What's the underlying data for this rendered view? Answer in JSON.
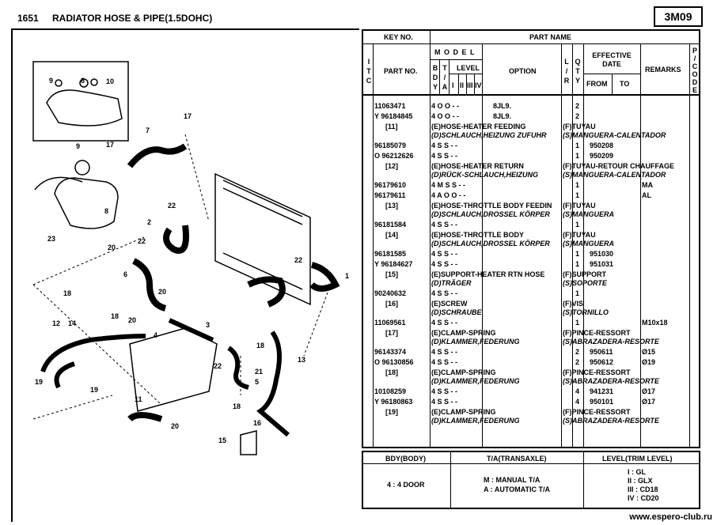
{
  "header": {
    "page_number": "1651",
    "title": "RADIATOR HOSE & PIPE(1.5DOHC)",
    "code": "3M09"
  },
  "diagram": {
    "callouts": [
      "9",
      "8",
      "10",
      "7",
      "17",
      "9",
      "17",
      "8",
      "23",
      "22",
      "2",
      "22",
      "20",
      "6",
      "18",
      "14",
      "12",
      "18",
      "20",
      "20",
      "4",
      "3",
      "22",
      "1",
      "18",
      "13",
      "22",
      "21",
      "5",
      "18",
      "19",
      "19",
      "11",
      "20",
      "15",
      "16"
    ]
  },
  "table": {
    "header": {
      "key_no": "KEY NO.",
      "part_name": "PART NAME",
      "itc": [
        "I",
        "T",
        "C"
      ],
      "part_no": "PART NO.",
      "model": "M O D E L",
      "bdy": [
        "B",
        "D",
        "Y"
      ],
      "ta": [
        "T",
        "/",
        "A"
      ],
      "level": "LEVEL",
      "level_cols": [
        "I",
        "II",
        "III",
        "IV"
      ],
      "option": "OPTION",
      "lr": [
        "L",
        "/",
        "R"
      ],
      "qty": [
        "Q",
        "T",
        "Y"
      ],
      "effective_date": "EFFECTIVE DATE",
      "from": "FROM",
      "to": "TO",
      "remarks": "REMARKS",
      "pcode": [
        "P",
        "/",
        "C",
        "O",
        "D",
        "E"
      ]
    },
    "rows": [
      {
        "part": "11063471",
        "model": "4    O O - -",
        "option": "8JL9.",
        "qty": "2",
        "from": "",
        "remarks": ""
      },
      {
        "part": "Y 96184845",
        "model": "4    O O - -",
        "option": "8JL9.",
        "qty": "2",
        "from": "",
        "remarks": ""
      },
      {
        "key": "[11]",
        "e": "(E)HOSE-HEATER FEEDING",
        "f": "(F)TUYAU",
        "d": "(D)SCHLAUCH,HEIZUNG ZUFUHR",
        "s": "(S)MANGUERA-CALENTADOR"
      },
      {
        "part": "96185079",
        "model": "4    S S - -",
        "option": "",
        "qty": "1",
        "from": "950208",
        "remarks": ""
      },
      {
        "part": "O 96212626",
        "model": "4    S S - -",
        "option": "",
        "qty": "1",
        "from": "950209",
        "remarks": ""
      },
      {
        "key": "[12]",
        "e": "(E)HOSE-HEATER RETURN",
        "f": "(F)TUYAU-RETOUR CHAUFFAGE",
        "d": "(D)RÜCK-SCHLAUCH,HEIZUNG",
        "s": "(S)MANGUERA-CALENTADOR"
      },
      {
        "part": "96179610",
        "model": "4 M S S - -",
        "option": "",
        "qty": "1",
        "from": "",
        "remarks": "MA"
      },
      {
        "part": "96179611",
        "model": "4 A O O - -",
        "option": "",
        "qty": "1",
        "from": "",
        "remarks": "AL"
      },
      {
        "key": "[13]",
        "e": "(E)HOSE-THROTTLE BODY FEEDIN",
        "f": "(F)TUYAU",
        "d": "(D)SCHLAUCH,DROSSEL KÖRPER",
        "s": "(S)MANGUERA"
      },
      {
        "part": "96181584",
        "model": "4    S S - -",
        "option": "",
        "qty": "1",
        "from": "",
        "remarks": ""
      },
      {
        "key": "[14]",
        "e": "(E)HOSE-THROTTLE BODY",
        "f": "(F)TUYAU",
        "d": "(D)SCHLAUCH,DROSSEL KÖRPER",
        "s": "(S)MANGUERA"
      },
      {
        "part": "96181585",
        "model": "4    S S - -",
        "option": "",
        "qty": "1",
        "from": "951030",
        "remarks": ""
      },
      {
        "part": "Y 96184627",
        "model": "4    S S - -",
        "option": "",
        "qty": "1",
        "from": "951031",
        "remarks": ""
      },
      {
        "key": "[15]",
        "e": "(E)SUPPORT-HEATER RTN HOSE",
        "f": "(F)SUPPORT",
        "d": "(D)TRÄGER",
        "s": "(S)SOPORTE"
      },
      {
        "part": "90240632",
        "model": "4    S S - -",
        "option": "",
        "qty": "1",
        "from": "",
        "remarks": ""
      },
      {
        "key": "[16]",
        "e": "(E)SCREW",
        "f": "(F)VIS",
        "d": "(D)SCHRAUBE",
        "s": "(S)TORNILLO"
      },
      {
        "part": "11069561",
        "model": "4    S S - -",
        "option": "",
        "qty": "1",
        "from": "",
        "remarks": "M10x18"
      },
      {
        "key": "[17]",
        "e": "(E)CLAMP-SPRING",
        "f": "(F)PINCE-RESSORT",
        "d": "(D)KLAMMER,FEDERUNG",
        "s": "(S)ABRAZADERA-RESORTE"
      },
      {
        "part": "96143374",
        "model": "4    S S - -",
        "option": "",
        "qty": "2",
        "from": "950611",
        "remarks": "Ø15"
      },
      {
        "part": "O 96130856",
        "model": "4    S S - -",
        "option": "",
        "qty": "2",
        "from": "950612",
        "remarks": "Ø19"
      },
      {
        "key": "[18]",
        "e": "(E)CLAMP-SPRING",
        "f": "(F)PINCE-RESSORT",
        "d": "(D)KLAMMER,FEDERUNG",
        "s": "(S)ABRAZADERA-RESORTE"
      },
      {
        "part": "10108259",
        "model": "4    S S - -",
        "option": "",
        "qty": "4",
        "from": "941231",
        "remarks": "Ø17"
      },
      {
        "part": "Y 96180863",
        "model": "4    S S - -",
        "option": "",
        "qty": "4",
        "from": "950101",
        "remarks": "Ø17"
      },
      {
        "key": "[19]",
        "e": "(E)CLAMP-SPRING",
        "f": "(F)PINCE-RESSORT",
        "d": "(D)KLAMMER,FEDERUNG",
        "s": "(S)ABRAZADERA-RESORTE"
      }
    ]
  },
  "legend": {
    "bdy_header": "BDY(BODY)",
    "ta_header": "T/A(TRANSAXLE)",
    "level_header": "LEVEL(TRIM LEVEL)",
    "bdy_value": "4 : 4 DOOR",
    "ta_values": [
      "M : MANUAL T/A",
      "A : AUTOMATIC  T/A"
    ],
    "level_values": [
      "I  : GL",
      "II  : GLX",
      "III : CD18",
      "IV : CD20"
    ]
  },
  "footer": {
    "url": "www.espero-club.ru"
  }
}
